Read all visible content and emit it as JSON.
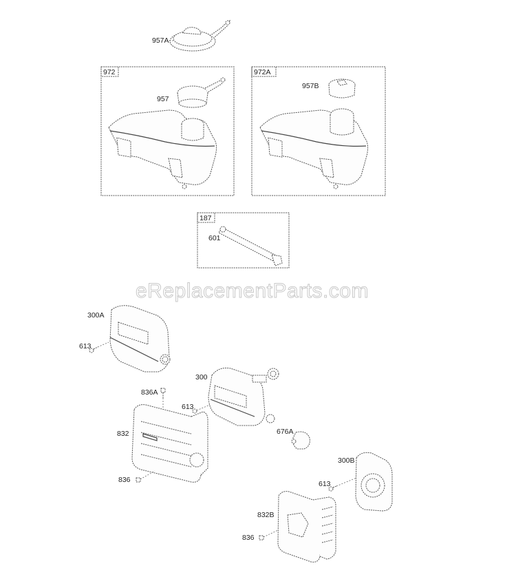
{
  "watermark": "eReplacementParts.com",
  "groups": [
    {
      "id": "972",
      "label": "972",
      "parts": [
        {
          "label": "957"
        }
      ]
    },
    {
      "id": "972A",
      "label": "972A",
      "parts": [
        {
          "label": "957B"
        }
      ]
    },
    {
      "id": "187",
      "label": "187",
      "parts": [
        {
          "label": "601"
        }
      ]
    }
  ],
  "callouts": {
    "c957A": "957A",
    "c957": "957",
    "c957B": "957B",
    "c601": "601",
    "c300A": "300A",
    "c613a": "613",
    "c300": "300",
    "c836A": "836A",
    "c613b": "613",
    "c832": "832",
    "c676A": "676A",
    "c300B": "300B",
    "c613c": "613",
    "c836a": "836",
    "c832B": "832B",
    "c836b": "836"
  }
}
